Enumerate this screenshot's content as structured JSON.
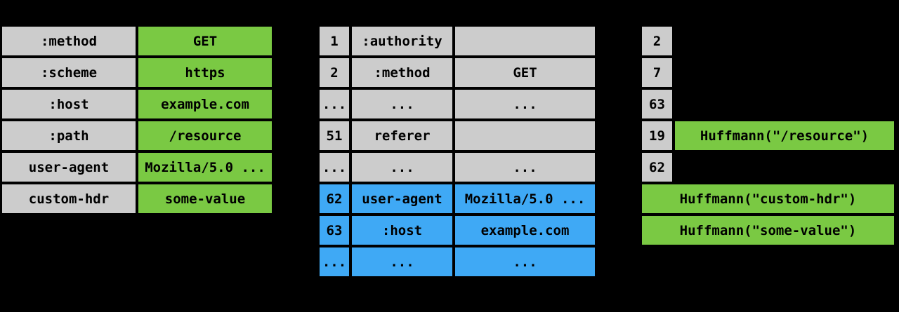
{
  "colors": {
    "background": "#000000",
    "text": "#000000",
    "static_bg": "#cccccc",
    "literal_bg": "#7ac943",
    "dynamic_bg": "#3fa9f5"
  },
  "headers_table": {
    "rows": [
      {
        "name": ":method",
        "value": "GET"
      },
      {
        "name": ":scheme",
        "value": "https"
      },
      {
        "name": ":host",
        "value": "example.com"
      },
      {
        "name": ":path",
        "value": "/resource"
      },
      {
        "name": "user-agent",
        "value": "Mozilla/5.0 ..."
      },
      {
        "name": "custom-hdr",
        "value": "some-value"
      }
    ]
  },
  "index_table": {
    "rows": [
      {
        "index": "1",
        "name": ":authority",
        "value": "",
        "section": "static"
      },
      {
        "index": "2",
        "name": ":method",
        "value": "GET",
        "section": "static"
      },
      {
        "index": "...",
        "name": "...",
        "value": "...",
        "section": "static"
      },
      {
        "index": "51",
        "name": "referer",
        "value": "",
        "section": "static"
      },
      {
        "index": "...",
        "name": "...",
        "value": "...",
        "section": "static"
      },
      {
        "index": "62",
        "name": "user-agent",
        "value": "Mozilla/5.0 ...",
        "section": "dynamic"
      },
      {
        "index": "63",
        "name": ":host",
        "value": "example.com",
        "section": "dynamic"
      },
      {
        "index": "...",
        "name": "...",
        "value": "...",
        "section": "dynamic"
      }
    ]
  },
  "encoded_table": {
    "rows": [
      {
        "index": "2",
        "literal": ""
      },
      {
        "index": "7",
        "literal": ""
      },
      {
        "index": "63",
        "literal": ""
      },
      {
        "index": "19",
        "literal": "Huffmann(\"/resource\")"
      },
      {
        "index": "62",
        "literal": ""
      },
      {
        "index": "",
        "literal": "Huffmann(\"custom-hdr\")"
      },
      {
        "index": "",
        "literal": "Huffmann(\"some-value\")"
      }
    ]
  }
}
